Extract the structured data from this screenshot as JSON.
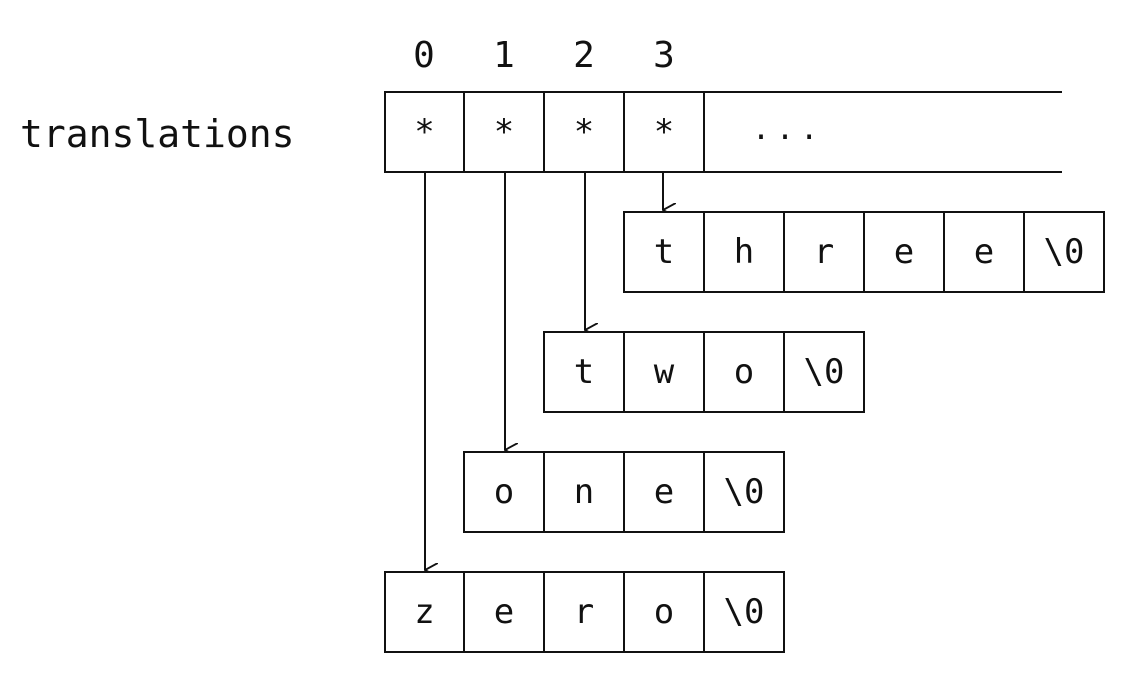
{
  "array": {
    "name": "translations",
    "indices": [
      "0",
      "1",
      "2",
      "3"
    ],
    "cells": [
      "*",
      "*",
      "*",
      "*"
    ],
    "ellipsis": "..."
  },
  "strings": [
    {
      "name": "three",
      "chars": [
        "t",
        "h",
        "r",
        "e",
        "e",
        "\\0"
      ]
    },
    {
      "name": "two",
      "chars": [
        "t",
        "w",
        "o",
        "\\0"
      ]
    },
    {
      "name": "one",
      "chars": [
        "o",
        "n",
        "e",
        "\\0"
      ]
    },
    {
      "name": "zero",
      "chars": [
        "z",
        "e",
        "r",
        "o",
        "\\0"
      ]
    }
  ],
  "pointers": [
    {
      "from_index": 0,
      "to": "zero"
    },
    {
      "from_index": 1,
      "to": "one"
    },
    {
      "from_index": 2,
      "to": "two"
    },
    {
      "from_index": 3,
      "to": "three"
    }
  ]
}
